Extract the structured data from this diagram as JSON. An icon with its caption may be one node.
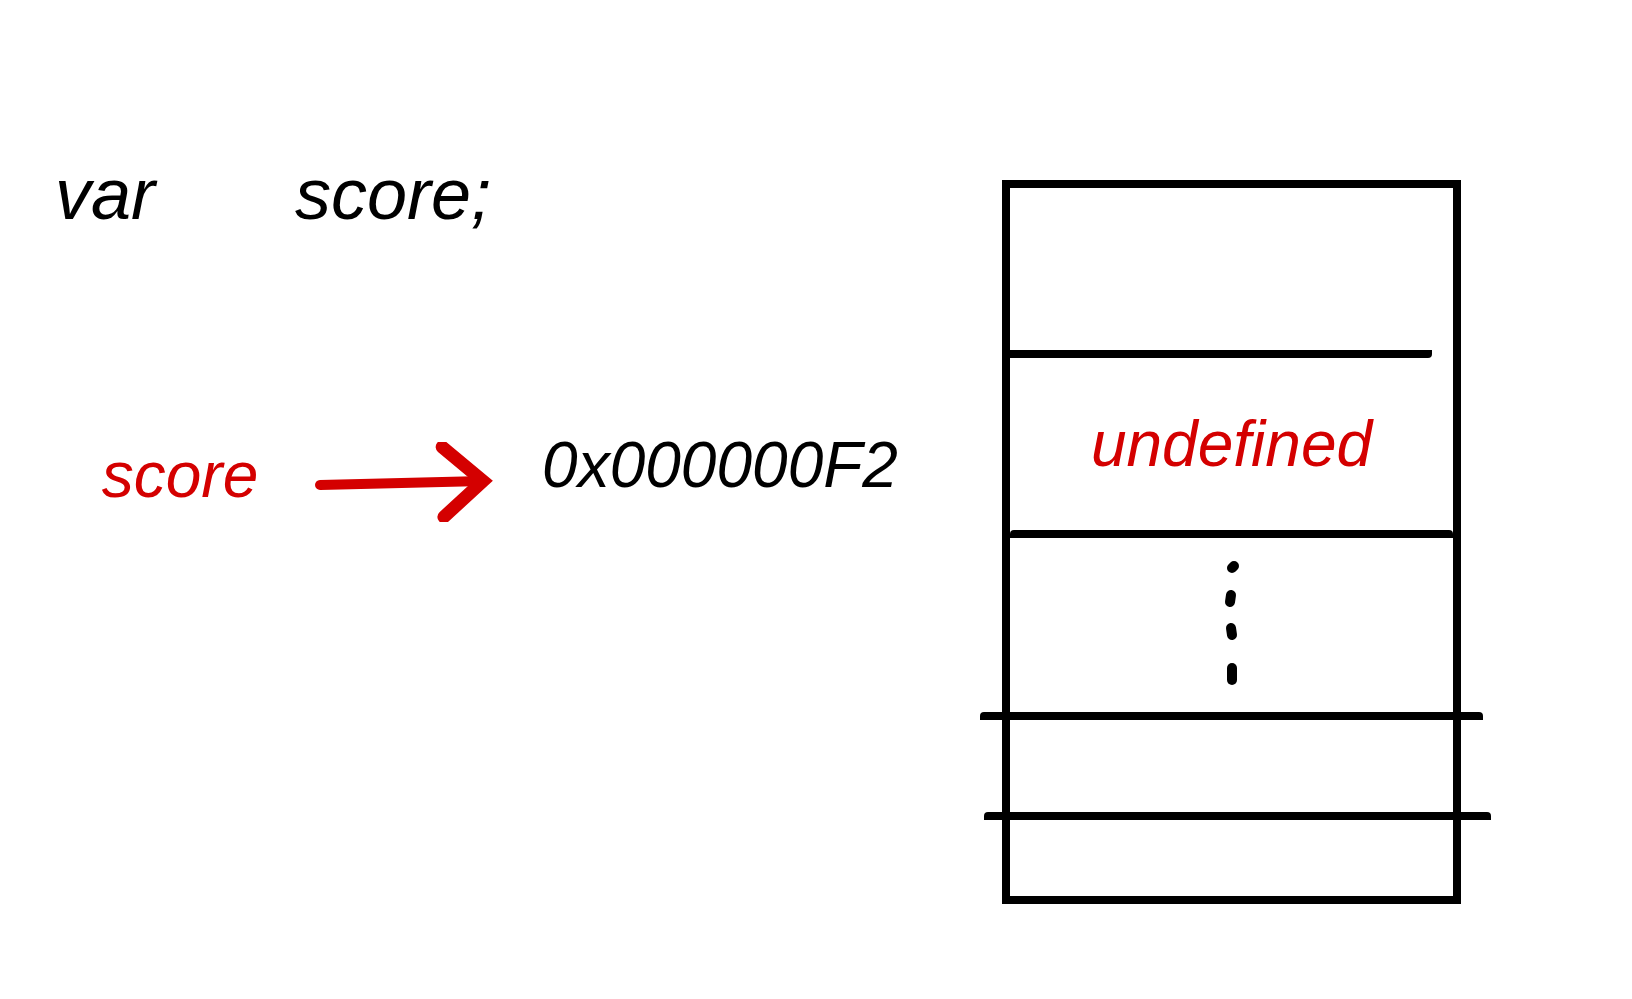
{
  "diagram": {
    "nodes": [
      {
        "text": [
          "score"
        ]
      },
      {
        "text": [
          "0x000000F2"
        ]
      },
      {
        "text": [],
        "shape": "box"
      },
      {
        "text": [],
        "shape": "box",
        "in": 2
      },
      {
        "text": [
          "undefined"
        ],
        "in": 2
      },
      {
        "text": [],
        "shape": "box",
        "in": 2
      },
      {
        "text": [],
        "shape": "box",
        "in": 2
      },
      {
        "text": [],
        "shape": "box",
        "in": 2
      }
    ],
    "edges": [
      {
        "from": 0,
        "to": 1,
        "arrow": "to",
        "color": "#d40000"
      }
    ],
    "labels": [
      "var score;"
    ]
  }
}
